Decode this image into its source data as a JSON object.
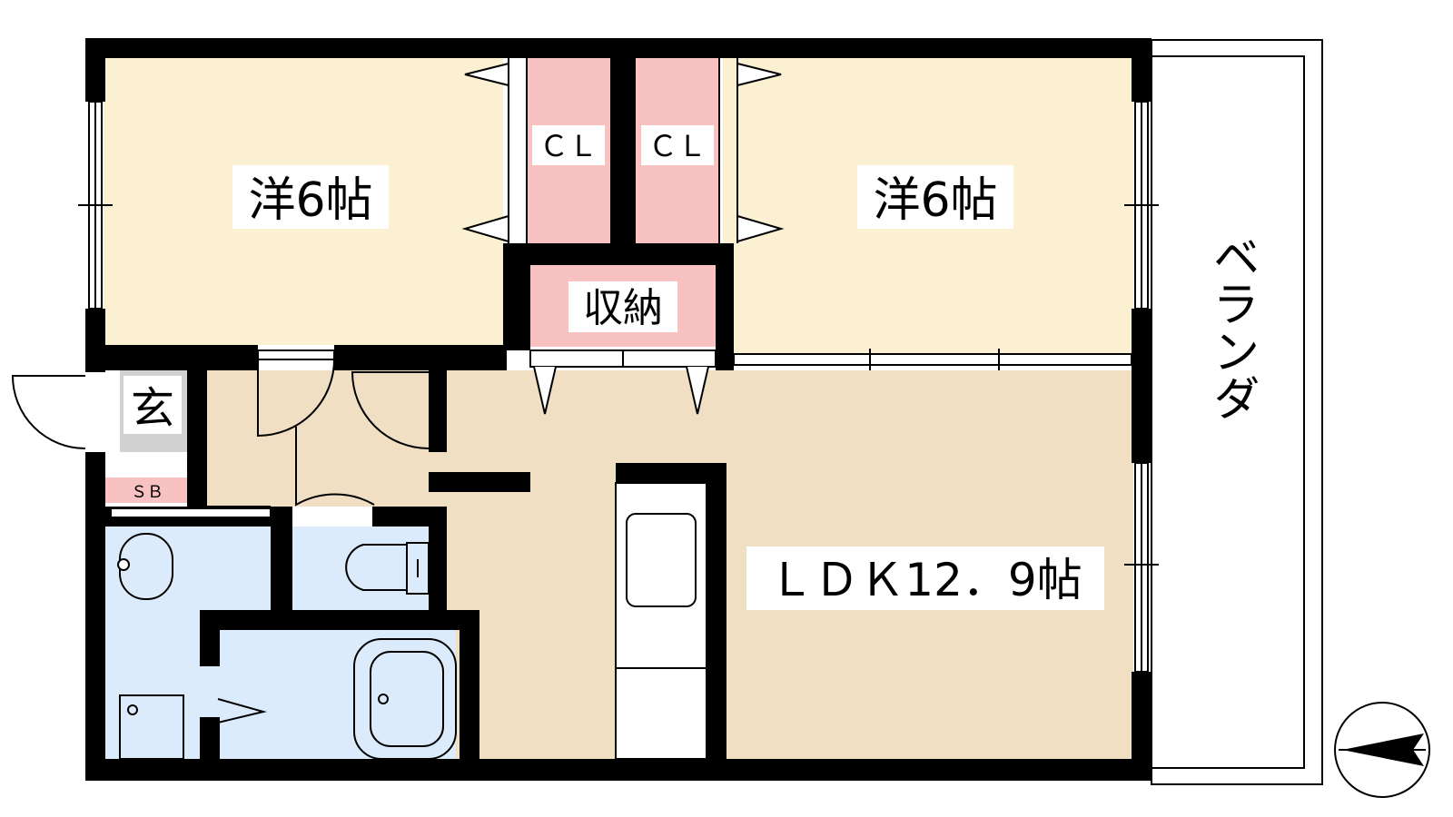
{
  "rooms": {
    "western_left": "洋6帖",
    "western_right": "洋6帖",
    "closet_left": "ＣＬ",
    "closet_right": "ＣＬ",
    "storage": "収納",
    "entrance": "玄",
    "shoe_box": "ＳＢ",
    "ldk": "ＬＤＫ12．9帖",
    "veranda": "ベランダ"
  },
  "colors": {
    "western": "#fcf0d2",
    "closet": "#f9c2c2",
    "ldk": "#f1dfc4",
    "wet_area": "#dcebfb",
    "entrance": "#d2d2d2",
    "wall": "#000000"
  },
  "compass": {
    "icon": "north-arrow-icon"
  }
}
